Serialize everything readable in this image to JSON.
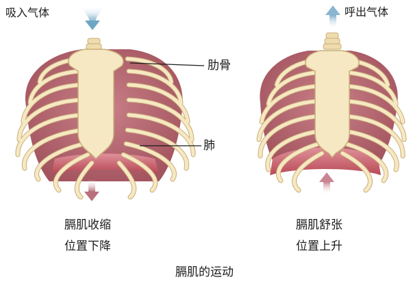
{
  "labels": {
    "inhale": "吸入气体",
    "exhale": "呼出气体",
    "rib": "肋骨",
    "lung": "肺",
    "left_caption_line1": "膈肌收缩",
    "left_caption_line2": "位置下降",
    "right_caption_line1": "膈肌舒张",
    "right_caption_line2": "位置上升",
    "figure_caption": "膈肌的运动"
  },
  "colors": {
    "rib_bone": "#f6e8c2",
    "rib_outline": "#c9ad78",
    "lung_tissue": "#b56a74",
    "diaphragm": "#c75a63",
    "arrow_blue": "#6fa6c4",
    "arrow_red": "#b7707c"
  },
  "icons": {
    "inhale_arrow": "arrow-down-icon",
    "exhale_arrow": "arrow-up-icon",
    "diaphragm_down": "arrow-down-icon",
    "diaphragm_up": "arrow-up-icon"
  }
}
